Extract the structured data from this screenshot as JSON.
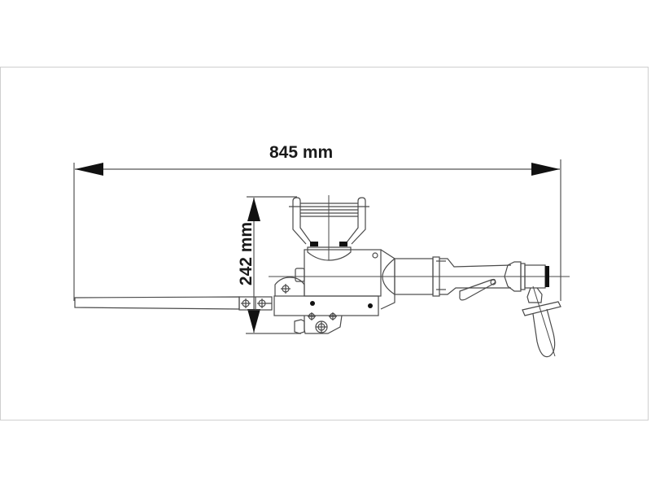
{
  "diagram": {
    "subject": "pneumatic tool technical drawing with overall dimensions",
    "dimensions": {
      "overall_length": {
        "value": 845,
        "unit": "mm",
        "label": "845 mm"
      },
      "overall_height": {
        "value": 242,
        "unit": "mm",
        "label": "242 mm"
      }
    },
    "colors": {
      "line": "#4a4a4a",
      "arrow": "#111111",
      "text": "#1a1a1a",
      "frame": "#cfcfcf",
      "background": "#ffffff"
    }
  }
}
